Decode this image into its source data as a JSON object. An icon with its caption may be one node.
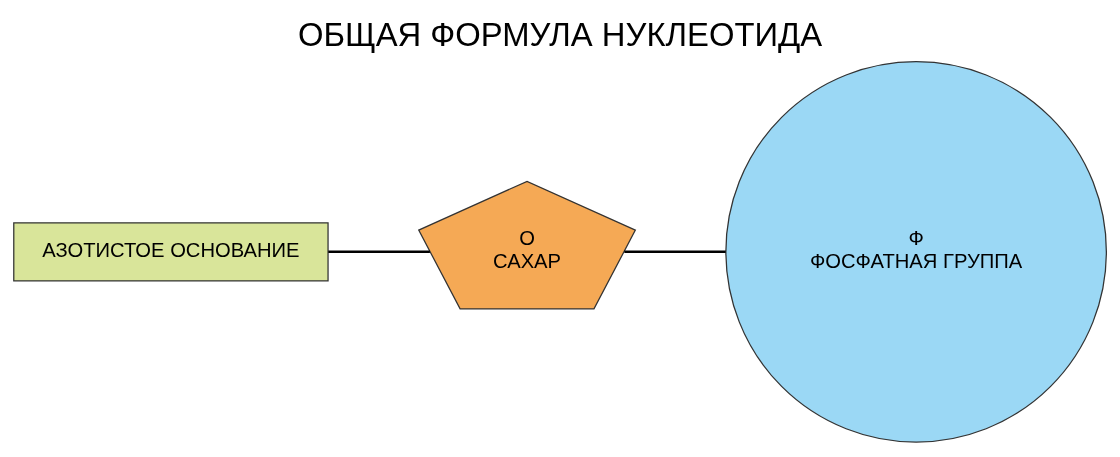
{
  "diagram": {
    "title": "ОБЩАЯ ФОРМУЛА НУКЛЕОТИДА",
    "nodes": [
      {
        "text": [
          "АЗОТИСТОЕ ОСНОВАНИЕ"
        ]
      },
      {
        "text": [
          "О",
          "САХАР"
        ]
      },
      {
        "text": [
          "Ф",
          "ФОСФАТНАЯ ГРУППА"
        ]
      }
    ],
    "edges": [
      {
        "from": 0,
        "to": 1,
        "arrow": "none"
      },
      {
        "from": 1,
        "to": 2,
        "arrow": "none"
      }
    ]
  }
}
